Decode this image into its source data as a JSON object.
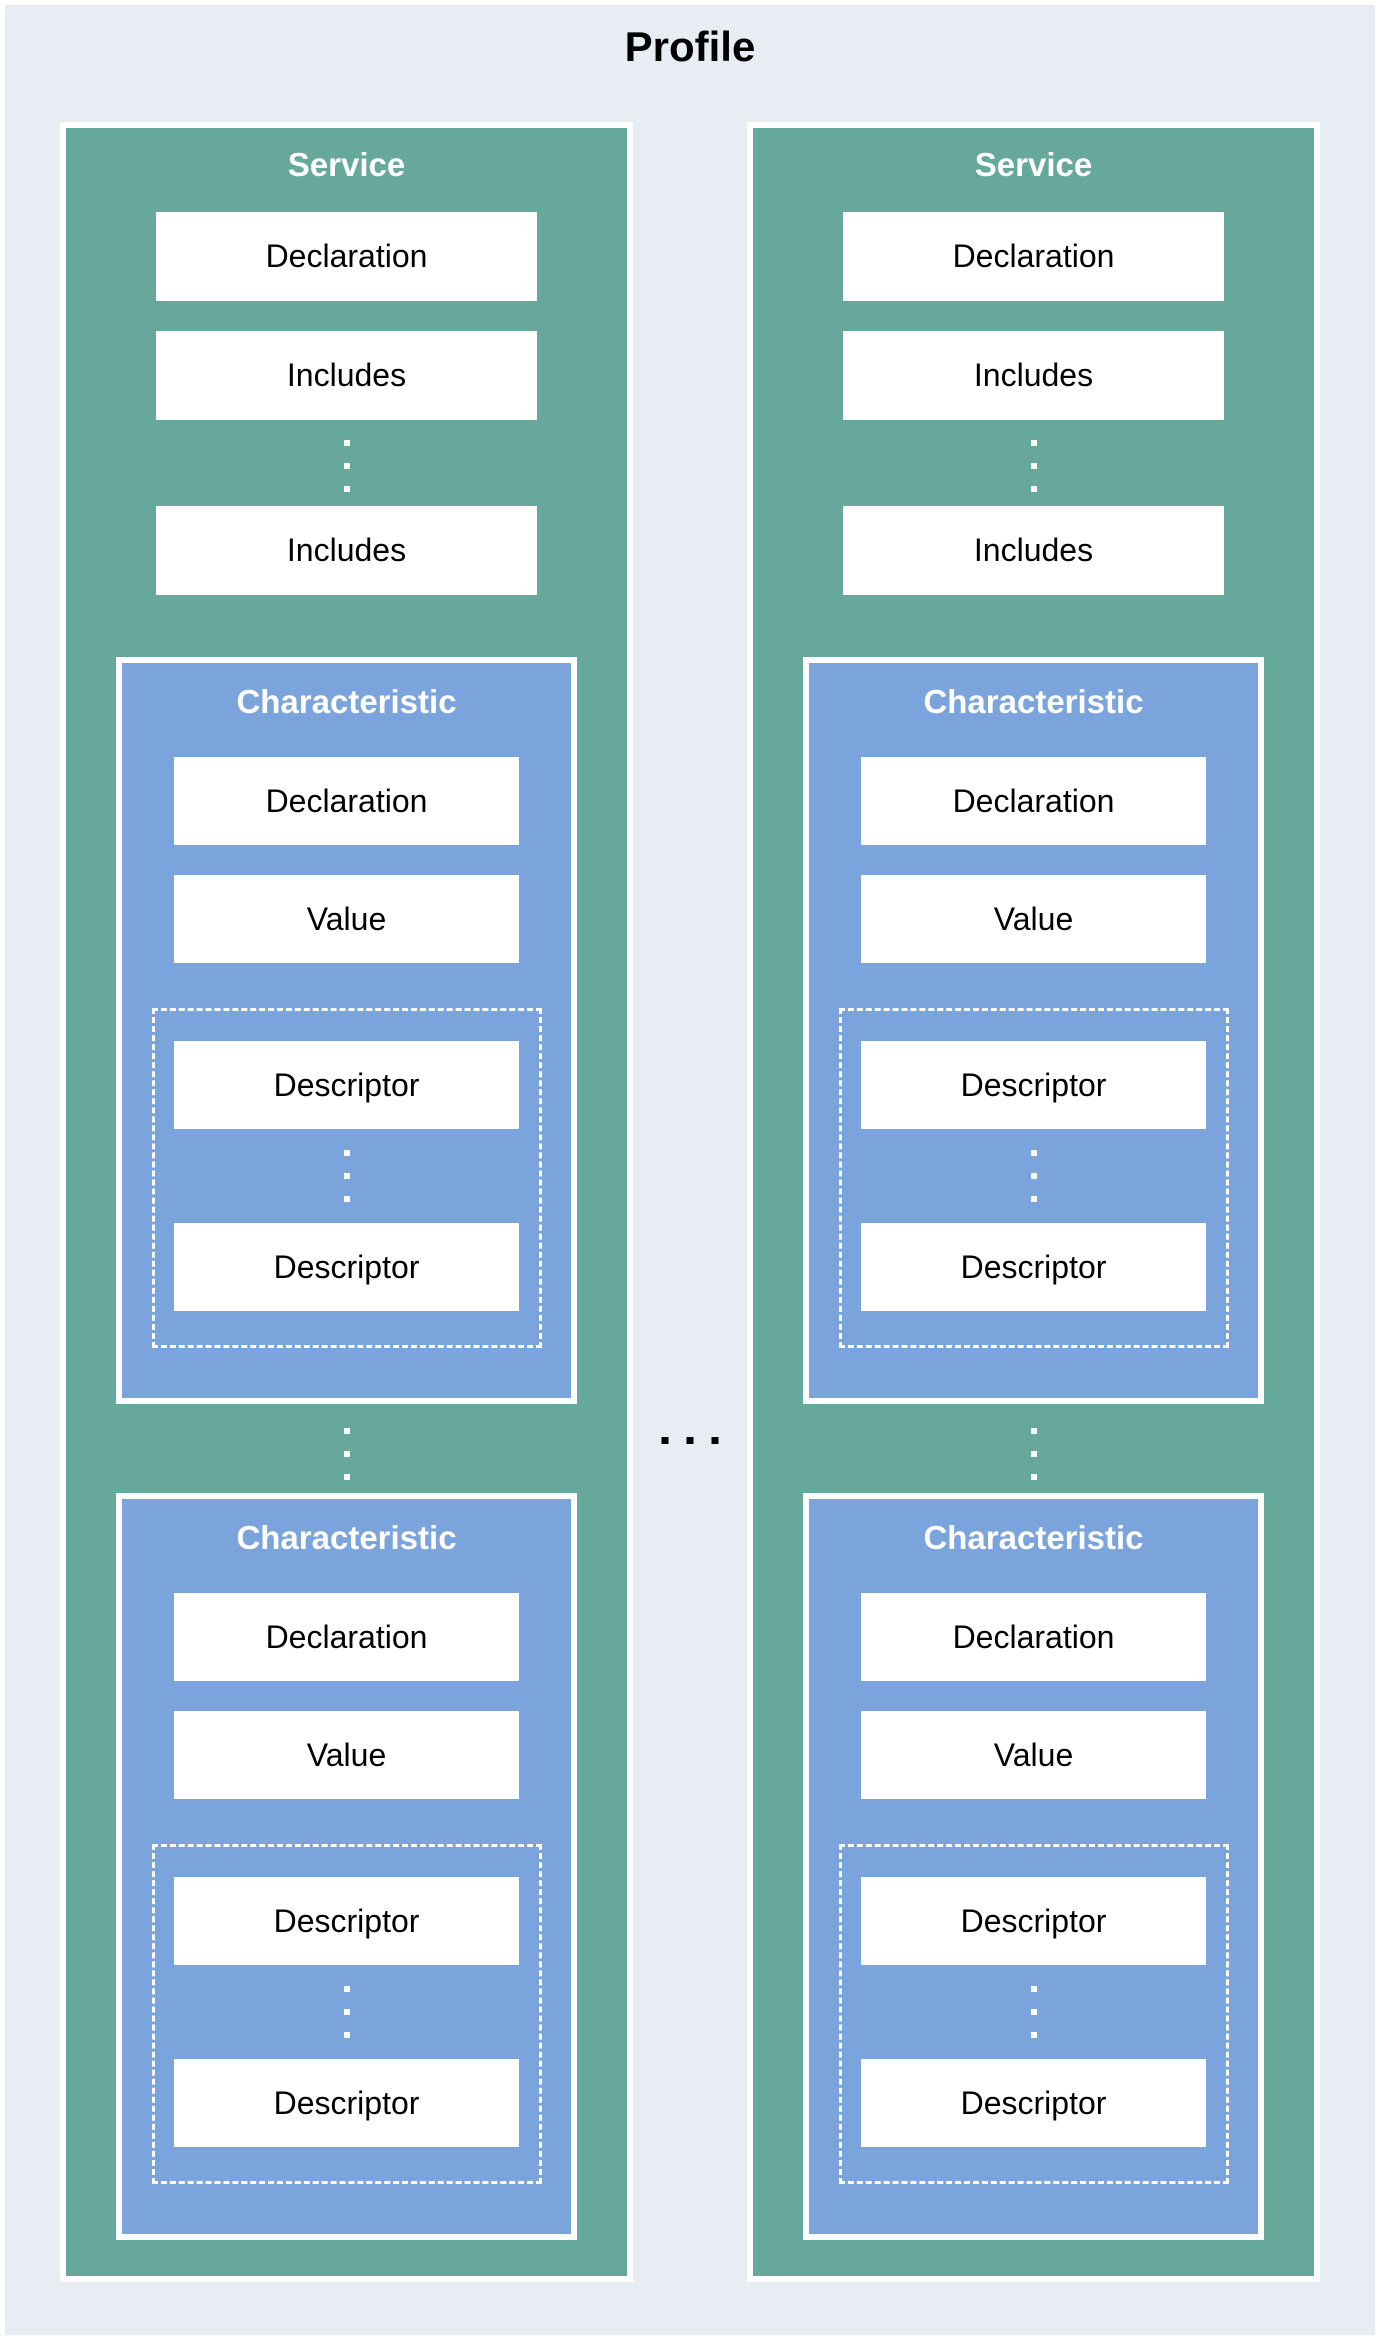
{
  "title": "Profile",
  "colors": {
    "background": "#e8edf4",
    "service_fill": "#66a99c",
    "characteristic_fill": "#7ba4dd",
    "box_fill": "#ffffff",
    "header_text": "#ffffff",
    "label_text": "#000000",
    "horizontal_ellipsis_dots": "#000000",
    "vertical_ellipsis_dots": "#ffffff"
  },
  "services": [
    {
      "header": "Service",
      "declaration": "Declaration",
      "includes_top": "Includes",
      "includes_bottom": "Includes",
      "characteristics": [
        {
          "header": "Characteristic",
          "declaration": "Declaration",
          "value": "Value",
          "descriptor_top": "Descriptor",
          "descriptor_bottom": "Descriptor"
        },
        {
          "header": "Characteristic",
          "declaration": "Declaration",
          "value": "Value",
          "descriptor_top": "Descriptor",
          "descriptor_bottom": "Descriptor"
        }
      ]
    },
    {
      "header": "Service",
      "declaration": "Declaration",
      "includes_top": "Includes",
      "includes_bottom": "Includes",
      "characteristics": [
        {
          "header": "Characteristic",
          "declaration": "Declaration",
          "value": "Value",
          "descriptor_top": "Descriptor",
          "descriptor_bottom": "Descriptor"
        },
        {
          "header": "Characteristic",
          "declaration": "Declaration",
          "value": "Value",
          "descriptor_top": "Descriptor",
          "descriptor_bottom": "Descriptor"
        }
      ]
    }
  ]
}
